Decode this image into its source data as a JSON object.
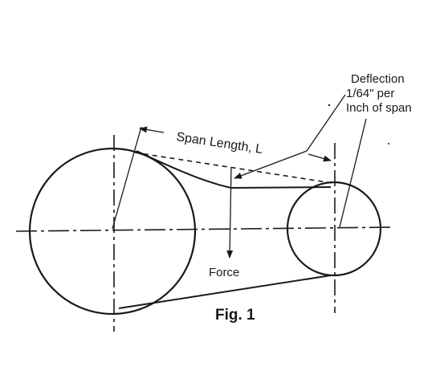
{
  "labels": {
    "deflection_line1": "Deflection",
    "deflection_line2": "1/64\" per",
    "deflection_line3": "Inch of span",
    "span_length": "Span Length, L",
    "force": "Force",
    "figure": "Fig. 1"
  }
}
